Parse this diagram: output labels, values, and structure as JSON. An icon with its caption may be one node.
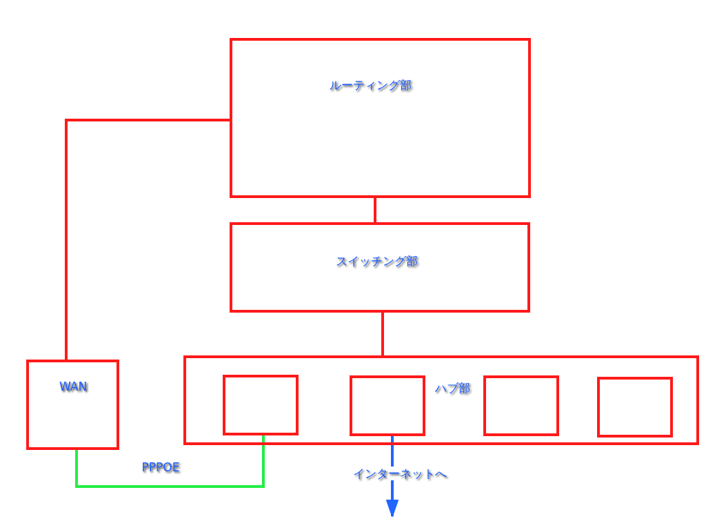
{
  "diagram": {
    "nodes": [
      {
        "text": [
          "ルーティング部"
        ]
      },
      {
        "text": [
          "スイッチング部"
        ]
      },
      {
        "text": [
          "WAN"
        ]
      },
      {
        "text": [
          "ハブ部"
        ]
      },
      {
        "text": [],
        "shape": "box",
        "in": 3
      },
      {
        "text": [],
        "shape": "box",
        "in": 3
      },
      {
        "text": [],
        "shape": "box",
        "in": 3
      },
      {
        "text": [],
        "shape": "box",
        "in": 3
      }
    ],
    "edges": [
      {
        "from": 0,
        "to": 1,
        "arrow": "none"
      },
      {
        "from": 1,
        "to": 3,
        "arrow": "none"
      },
      {
        "from": 2,
        "to": 0,
        "arrow": "none"
      },
      {
        "from": 2,
        "to": 4,
        "arrow": "none",
        "label": "PPPOE",
        "color": "#22ee44"
      },
      {
        "from": 5,
        "to": null,
        "arrow": "to",
        "label": "インターネットへ",
        "color": "#2266ff"
      }
    ]
  }
}
